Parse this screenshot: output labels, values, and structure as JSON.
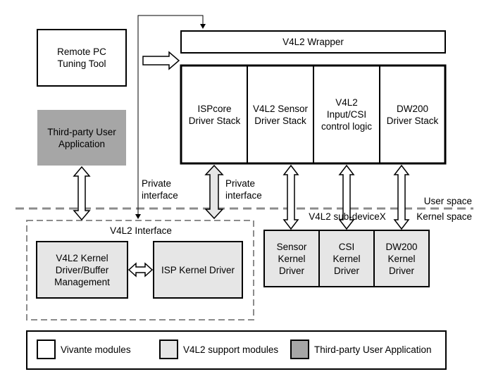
{
  "colors": {
    "vivante_fill": "#ffffff",
    "v4l2_support_fill": "#e6e6e6",
    "third_party_fill": "#a6a6a6",
    "border": "#000000",
    "dashed": "#8c8c8c"
  },
  "boxes": {
    "remote_pc": "Remote PC\nTuning Tool",
    "third_party_app": "Third-party User\nApplication",
    "v4l2_wrapper": "V4L2 Wrapper",
    "ispcore_stack": "ISPcore\nDriver Stack",
    "v4l2_sensor_stack": "V4L2 Sensor\nDriver Stack",
    "v4l2_input_csi": "V4L2\nInput/CSI\ncontrol logic",
    "dw200_stack": "DW200\nDriver Stack",
    "v4l2_kernel_driver": "V4L2 Kernel\nDriver/Buffer\nManagement",
    "isp_kernel_driver": "ISP Kernel Driver",
    "sensor_kernel_driver": "Sensor\nKernel\nDriver",
    "csi_kernel_driver": "CSI\nKernel\nDriver",
    "dw200_kernel_driver": "DW200\nKernel\nDriver"
  },
  "labels": {
    "private_interface_1": "Private\ninterface",
    "private_interface_2": "Private\ninterface",
    "user_space": "User space",
    "kernel_space": "Kernel space",
    "v4l2_subdevice": "V4L2 sub-deviceX",
    "v4l2_interface": "V4L2 Interface"
  },
  "legend": {
    "vivante": "Vivante modules",
    "v4l2_support": "V4L2 support modules",
    "third_party": "Third-party User Application"
  }
}
